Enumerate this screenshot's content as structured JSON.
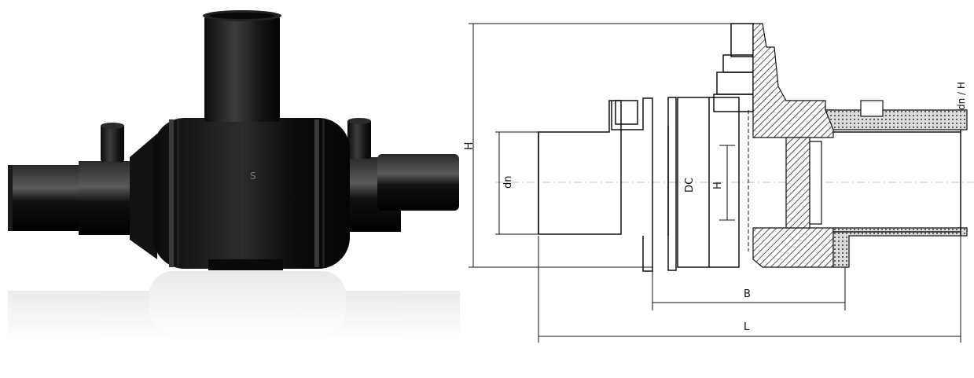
{
  "photo": {
    "body_color": "#0d0d0d",
    "highlight_color": "#5a5a5a",
    "reflection_color": "#e9e9e9"
  },
  "drawing": {
    "line_color": "#111111",
    "hatch_color": "#555555",
    "centerline_color": "#bfbfbf",
    "labels": {
      "overall_height": "H",
      "bore_diameter": "dn",
      "diameter_d": "DC",
      "diameter_h": "H",
      "body_length": "B",
      "total_length": "L",
      "outlet_diameter": "dn / H"
    }
  }
}
